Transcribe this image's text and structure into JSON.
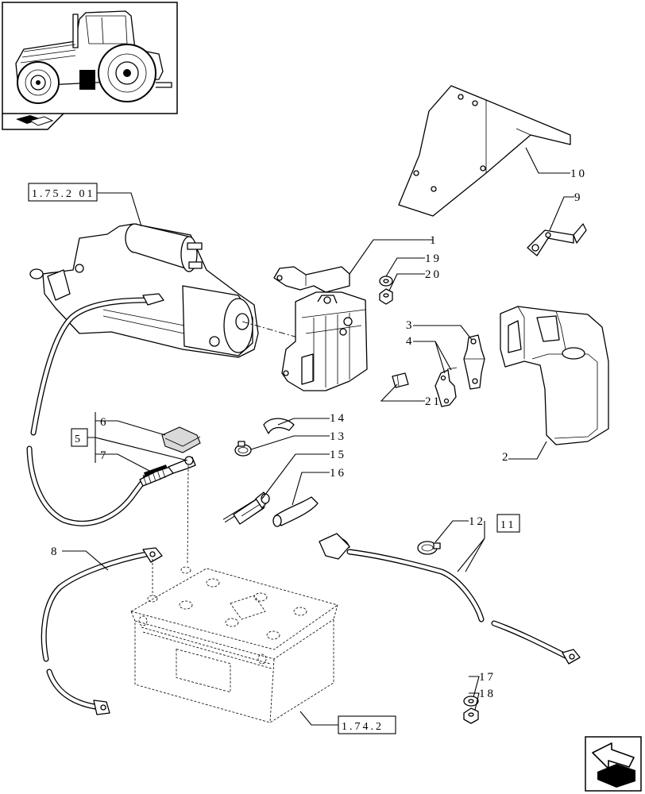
{
  "references": {
    "starter_ref": "1.75.2 01",
    "battery_ref": "1.74.2",
    "kit5": "5",
    "kit11": "11"
  },
  "callouts": [
    {
      "id": "1",
      "text": "1"
    },
    {
      "id": "2",
      "text": "2"
    },
    {
      "id": "3",
      "text": "3"
    },
    {
      "id": "4",
      "text": "4"
    },
    {
      "id": "6",
      "text": "6"
    },
    {
      "id": "7",
      "text": "7"
    },
    {
      "id": "8",
      "text": "8"
    },
    {
      "id": "9",
      "text": "9"
    },
    {
      "id": "10",
      "text": "10"
    },
    {
      "id": "12",
      "text": "12"
    },
    {
      "id": "13",
      "text": "13"
    },
    {
      "id": "14",
      "text": "14"
    },
    {
      "id": "15",
      "text": "15"
    },
    {
      "id": "16",
      "text": "16"
    },
    {
      "id": "17",
      "text": "17"
    },
    {
      "id": "18",
      "text": "18"
    },
    {
      "id": "19",
      "text": "19"
    },
    {
      "id": "20",
      "text": "20"
    },
    {
      "id": "21",
      "text": "21"
    }
  ]
}
